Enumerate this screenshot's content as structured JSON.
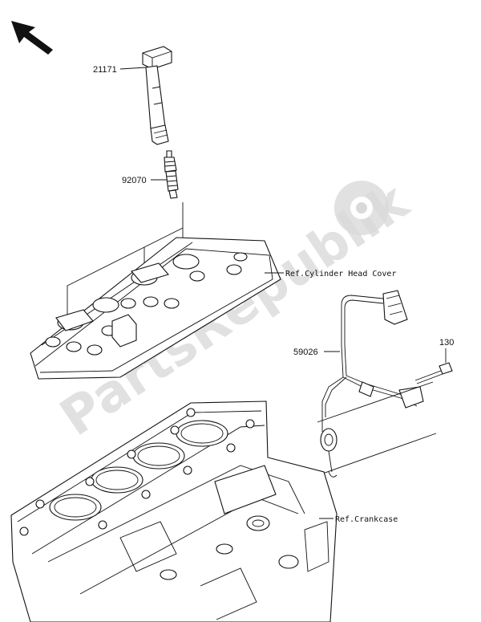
{
  "watermark": {
    "text": "PartsRepublik"
  },
  "parts": [
    {
      "number": "21171",
      "description": "ignition coil"
    },
    {
      "number": "92070",
      "description": "spark plug"
    },
    {
      "number": "59026",
      "description": "wire lead"
    },
    {
      "number": "130",
      "description": "bolt"
    }
  ],
  "references": {
    "cylinder_head_cover": "Ref.Cylinder Head Cover",
    "crankcase": "Ref.Crankcase"
  },
  "direction_arrow": {
    "icon": "front-direction-arrow-icon"
  }
}
